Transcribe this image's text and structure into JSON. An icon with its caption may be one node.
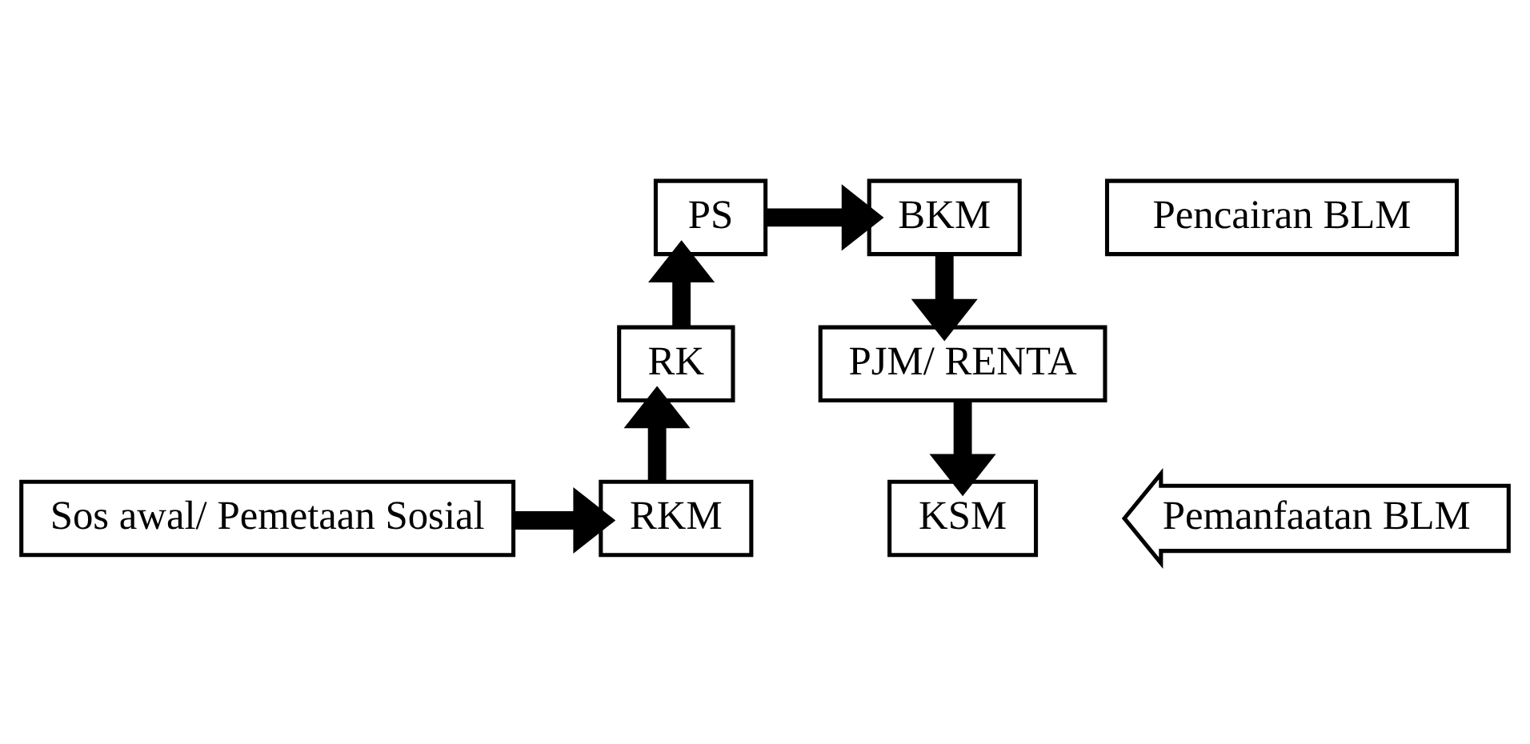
{
  "diagram": {
    "nodes": [
      {
        "text": [
          "Sos awal/ Pemetaan Sosial"
        ]
      },
      {
        "text": [
          "RKM"
        ]
      },
      {
        "text": [
          "RK"
        ]
      },
      {
        "text": [
          "PS"
        ]
      },
      {
        "text": [
          "BKM"
        ]
      },
      {
        "text": [
          "Pencairan BLM"
        ]
      },
      {
        "text": [
          "PJM/ RENTA"
        ]
      },
      {
        "text": [
          "KSM"
        ]
      },
      {
        "text": [
          "Pemanfaatan BLM"
        ]
      }
    ],
    "edges": [
      {
        "from": 0,
        "to": 1,
        "arrow": "to"
      },
      {
        "from": 1,
        "to": 2,
        "arrow": "to"
      },
      {
        "from": 2,
        "to": 3,
        "arrow": "to"
      },
      {
        "from": 3,
        "to": 4,
        "arrow": "to"
      },
      {
        "from": 4,
        "to": 6,
        "arrow": "to"
      },
      {
        "from": 6,
        "to": 7,
        "arrow": "to"
      }
    ]
  }
}
